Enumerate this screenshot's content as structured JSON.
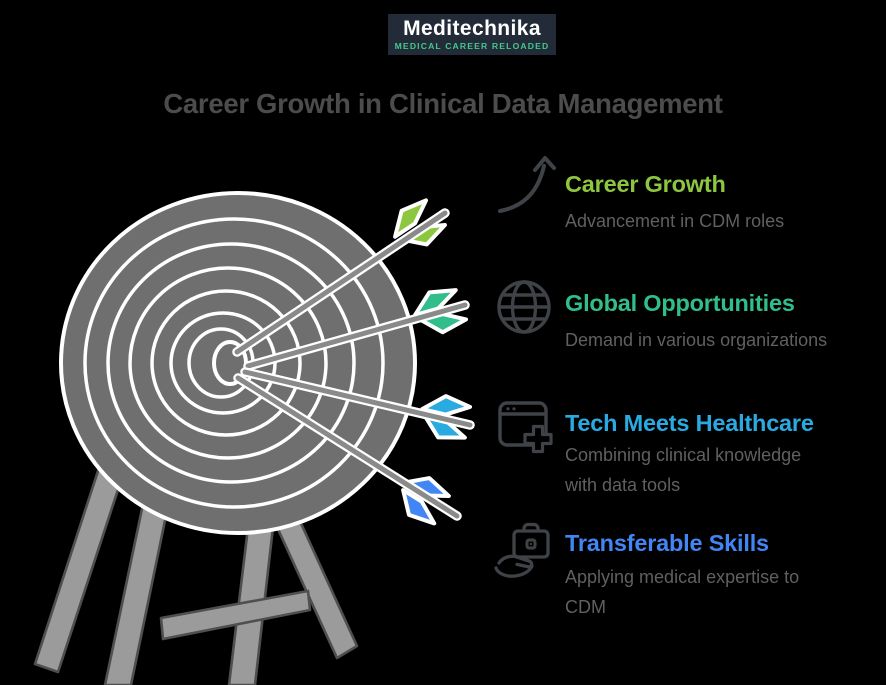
{
  "brand": {
    "name": "Meditechnika",
    "tagline": "MEDICAL CAREER RELOADED",
    "bg_color": "#232A38",
    "tagline_color": "#41C98E"
  },
  "title": "Career Growth in Clinical Data Management",
  "items": [
    {
      "icon": "growth-arrow-icon",
      "heading": "Career Growth",
      "description": "Advancement in CDM roles",
      "accent": "#8DC63F"
    },
    {
      "icon": "globe-icon",
      "heading": "Global Opportunities",
      "description": "Demand in various organizations",
      "accent": "#31BE8B"
    },
    {
      "icon": "browser-medical-cross-icon",
      "heading": "Tech Meets Healthcare",
      "description": "Combining clinical knowledge\nwith data tools",
      "accent": "#29ABE2"
    },
    {
      "icon": "hand-briefcase-icon",
      "heading": "Transferable Skills",
      "description": "Applying medical expertise to\nCDM",
      "accent": "#4285F4"
    }
  ],
  "illustration": {
    "name": "target-with-arrows",
    "board_color": "#6F6F6F",
    "ring_color": "#FFFFFF",
    "stand_color": "#9B9B9B",
    "stand_outline": "#4F4F4F",
    "shaft_color": "#8A8A8A",
    "icon_stroke": "#3F4347",
    "arrow_colors": [
      "#8DC63F",
      "#31BE8B",
      "#29ABE2",
      "#4285F4"
    ]
  }
}
